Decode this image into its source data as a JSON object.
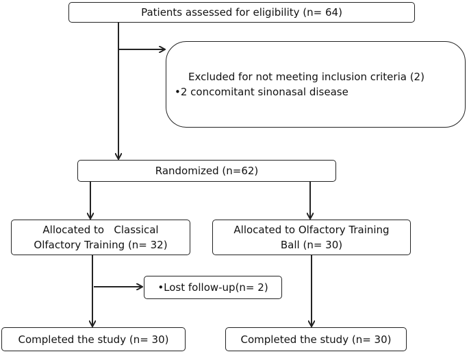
{
  "flowchart": {
    "assessed": "Patients assessed for eligibility (n= 64)",
    "excluded_line1": "Excluded for not meeting inclusion criteria (2)",
    "excluded_line2": "•2 concomitant sinonasal disease",
    "randomized": "Randomized (n=62)",
    "alloc_classical_line1": "Allocated to   Classical",
    "alloc_classical_line2": "Olfactory Training (n= 32)",
    "alloc_ball_line1": "Allocated to Olfactory Training",
    "alloc_ball_line2": "Ball (n= 30)",
    "lost_followup": "•Lost follow-up(n= 2)",
    "completed_left": "Completed the study (n= 30)",
    "completed_right": "Completed the study (n= 30)"
  },
  "colors": {
    "stroke": "#222222",
    "text": "#111111",
    "background": "#ffffff"
  }
}
